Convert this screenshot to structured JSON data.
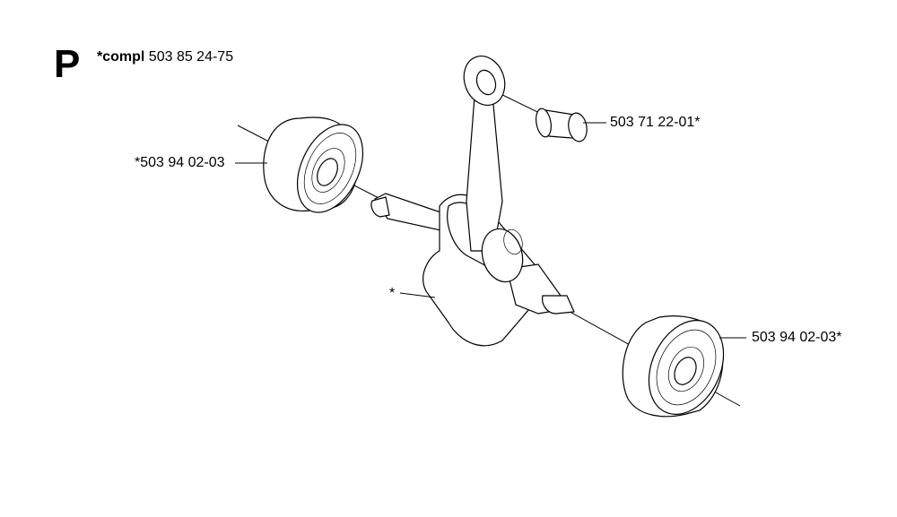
{
  "page": {
    "section_letter": "P",
    "title_prefix": "*compl",
    "title_number": "503 85 24-75"
  },
  "callouts": {
    "bearing_left": "*503 94 02-03",
    "needle_bearing": "503 71 22-01*",
    "crankshaft": "*",
    "bearing_right": "503 94 02-03*"
  }
}
